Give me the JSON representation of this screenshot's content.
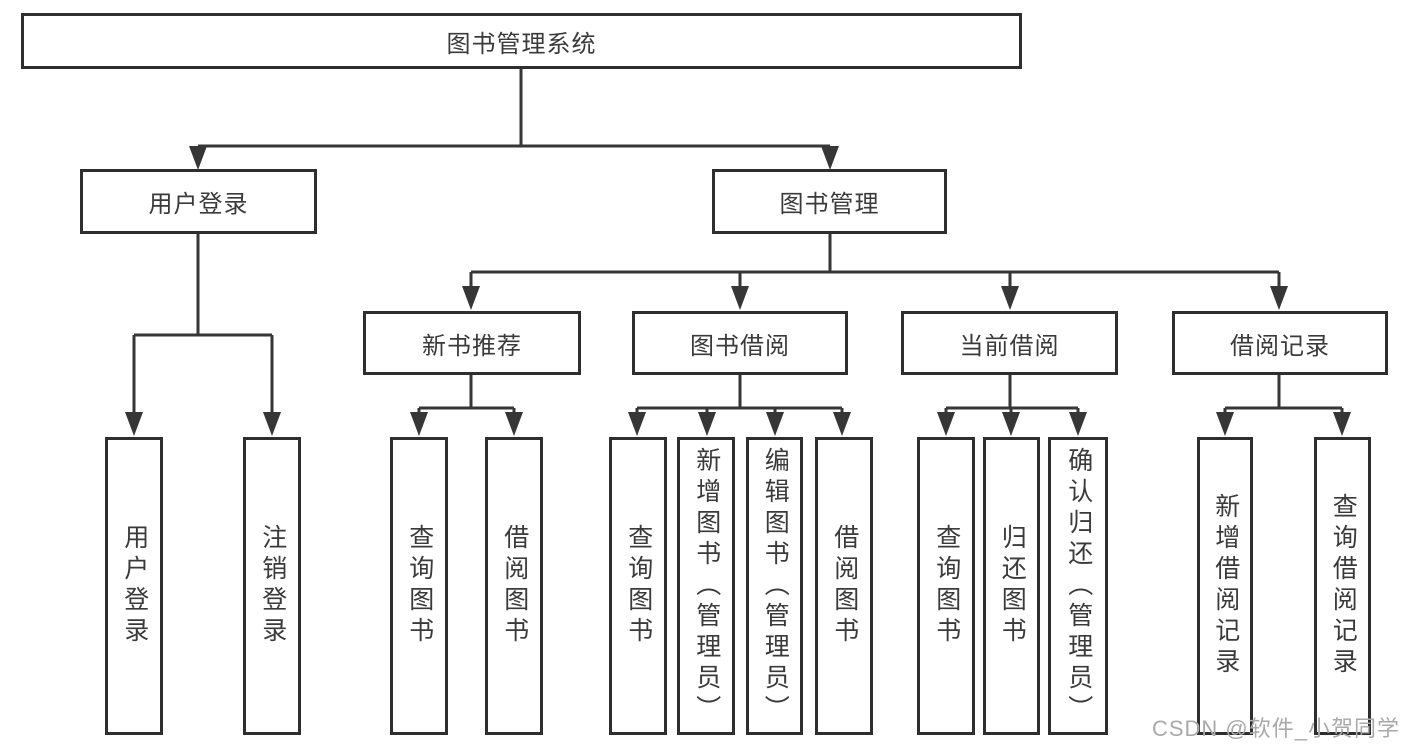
{
  "diagram": {
    "root": {
      "label": "图书管理系统"
    },
    "branches": {
      "user_login": {
        "label": "用户登录",
        "children": [
          {
            "label": "用户登录"
          },
          {
            "label": "注销登录"
          }
        ]
      },
      "book_management": {
        "label": "图书管理",
        "sections": [
          {
            "label": "新书推荐",
            "children": [
              {
                "label": "查询图书"
              },
              {
                "label": "借阅图书"
              }
            ]
          },
          {
            "label": "图书借阅",
            "children": [
              {
                "label": "查询图书"
              },
              {
                "label": "新增图书（管理员）"
              },
              {
                "label": "编辑图书（管理员）"
              },
              {
                "label": "借阅图书"
              }
            ]
          },
          {
            "label": "当前借阅",
            "children": [
              {
                "label": "查询图书"
              },
              {
                "label": "归还图书"
              },
              {
                "label": "确认归还（管理员）"
              }
            ]
          },
          {
            "label": "借阅记录",
            "children": [
              {
                "label": "新增借阅记录"
              },
              {
                "label": "查询借阅记录"
              }
            ]
          }
        ]
      }
    }
  },
  "watermark": {
    "text": "CSDN @软件_小贺同学",
    "color": "#a9a9a9"
  },
  "colors": {
    "line": "#363636",
    "box_border": "#2e2e2e",
    "text": "#3a3a3a",
    "background": "#ffffff"
  }
}
